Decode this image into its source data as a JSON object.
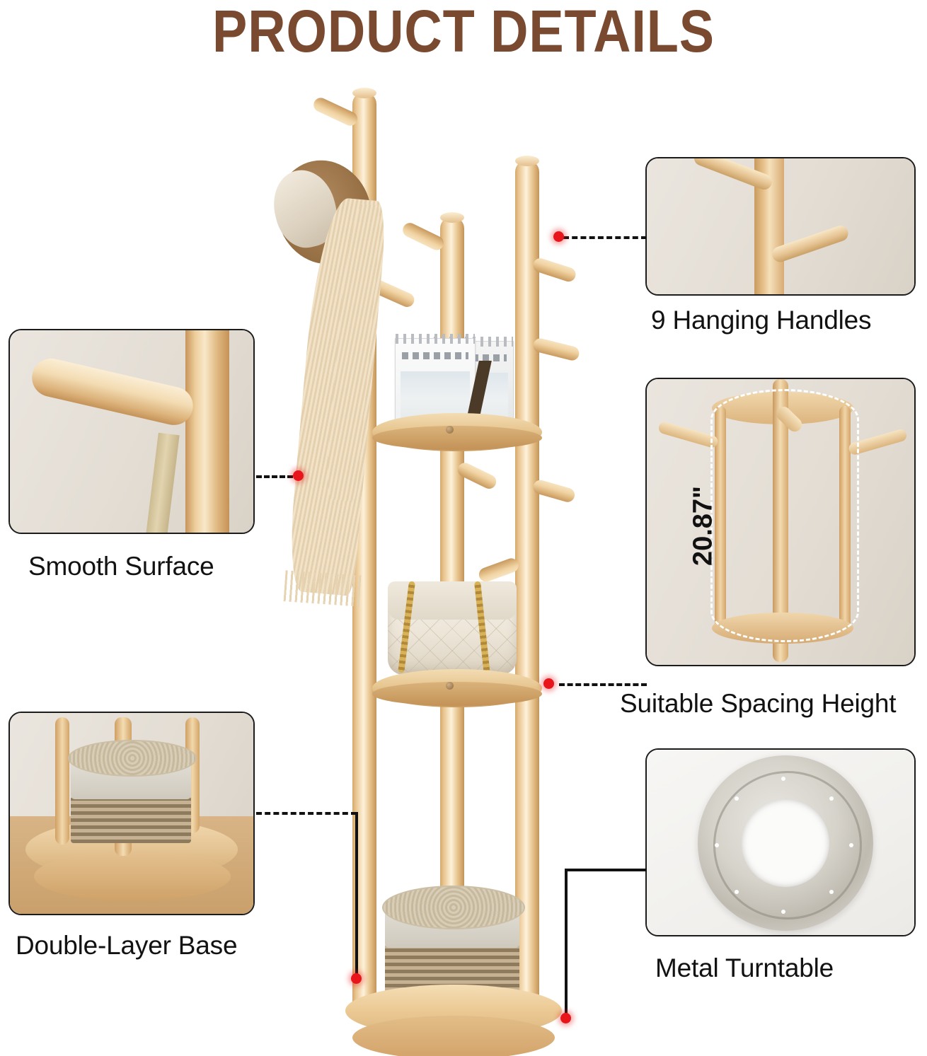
{
  "header": {
    "title": "PRODUCT DETAILS",
    "title_color": "#7a4a30"
  },
  "callouts": [
    {
      "id": "hanging-handles",
      "caption": "9 Hanging Handles",
      "photo": "wooden-pegs-on-post-closeup",
      "leader": "dashed-horizontal",
      "dot_color": "#e8161b"
    },
    {
      "id": "suitable-spacing-height",
      "caption": "Suitable Spacing Height",
      "photo": "shelf-spacing-with-dashed-outline",
      "measurement": "20.87\"",
      "leader": "dashed-horizontal",
      "dot_color": "#e8161b"
    },
    {
      "id": "smooth-surface",
      "caption": "Smooth Surface",
      "photo": "peg-with-strap-closeup",
      "leader": "dashed-horizontal",
      "dot_color": "#e8161b"
    },
    {
      "id": "double-layer-base",
      "caption": "Double-Layer Base",
      "photo": "round-base-with-basket",
      "leader": "dashed-then-solid-elbow",
      "dot_color": "#e8161b"
    },
    {
      "id": "metal-turntable",
      "caption": "Metal Turntable",
      "photo": "metal-lazy-susan-bearing",
      "leader": "solid-elbow",
      "dot_color": "#e8161b"
    }
  ],
  "product": {
    "name": "rotating-wooden-coat-rack-with-shelves",
    "accessories": [
      "straw-hat",
      "knit-scarf",
      "desk-calendar",
      "quilted-handbag",
      "woven-storage-basket"
    ],
    "wood_color": "#e9c48f",
    "base_layers": 2
  }
}
